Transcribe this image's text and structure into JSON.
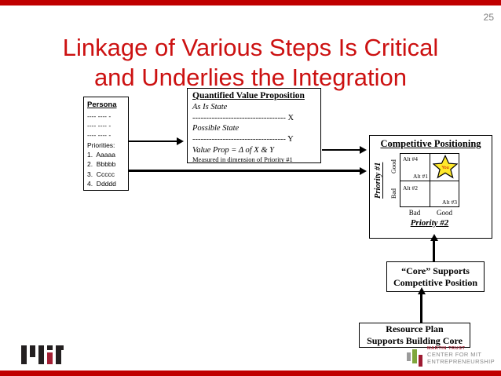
{
  "slide": {
    "page_number": "25",
    "title_line1": "Linkage of Various Steps Is Critical",
    "title_line2": "and Underlies the Integration",
    "accent_red": "#C00000"
  },
  "persona": {
    "title": "Persona",
    "dashes": [
      "---- ---- -",
      "---- ---- -",
      "---- ---- -"
    ],
    "priorities_label": "Priorities:",
    "priorities": [
      "1.  Aaaaa",
      "2.  Bbbbb",
      "3.  Ccccc",
      "4.  Ddddd"
    ]
  },
  "value_prop": {
    "title": "Quantified Value Proposition",
    "as_is_label": "As Is State",
    "as_is_line": "---------------------------------- X",
    "possible_label": "Possible State",
    "possible_line": "---------------------------------- Y",
    "value_prop_line": "Value Prop = Δ of X & Y",
    "measured_line": "Measured in dimension of Priority #1"
  },
  "competitive": {
    "title": "Competitive Positioning",
    "y_axis_label": "Priority #1",
    "x_axis_label": "Priority #2",
    "y_good": "Good",
    "y_bad": "Bad",
    "x_bad": "Bad",
    "x_good": "Good",
    "alt1": "Alt #1",
    "alt2": "Alt #2",
    "alt3": "Alt #3",
    "alt4": "Alt #4",
    "star_label": "You",
    "star_color": "#FFE92B"
  },
  "core_box": {
    "line1": "“Core” Supports",
    "line2": "Competitive Position"
  },
  "resource_box": {
    "line1": "Resource Plan",
    "line2": "Supports Building Core"
  },
  "logos": {
    "trust_line1": "MARTIN TRUST",
    "trust_line2": "CENTER FOR MIT",
    "trust_line3": "ENTREPRENEURSHIP"
  }
}
